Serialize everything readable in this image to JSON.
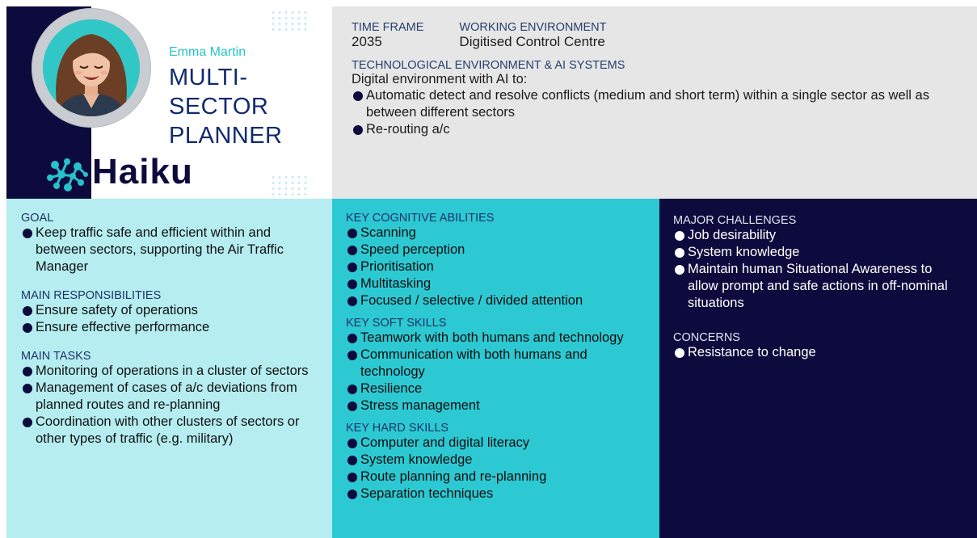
{
  "profile": {
    "name": "Emma Martin",
    "role_lines": [
      "MULTI-",
      "SECTOR",
      "PLANNER"
    ],
    "logo_text": "Haiku",
    "colors": {
      "navy": "#0d0b3d",
      "teal": "#27c2cc",
      "light_teal": "#b5edf0",
      "mid_teal": "#2cc9d3"
    },
    "avatar_icon": "person-avatar-icon",
    "logo_icon": "molecule-logo-icon"
  },
  "context": {
    "time_frame_label": "TIME FRAME",
    "time_frame_value": "2035",
    "working_env_label": "WORKING ENVIRONMENT",
    "working_env_value": "Digitised Control Centre",
    "tech_label": "TECHNOLOGICAL ENVIRONMENT & AI SYSTEMS",
    "tech_intro": "Digital environment with AI to:",
    "tech_items": [
      "Automatic detect and resolve conflicts (medium and short term) within a single sector as well as between different sectors",
      "Re-routing a/c"
    ]
  },
  "col1": {
    "goal_label": "GOAL",
    "goal_items": [
      "Keep traffic safe and efficient within and between sectors, supporting the Air Traffic Manager"
    ],
    "resp_label": "MAIN RESPONSIBILITIES",
    "resp_items": [
      "Ensure safety of operations",
      "Ensure effective performance"
    ],
    "tasks_label": "MAIN TASKS",
    "tasks_items": [
      "Monitoring of operations in a cluster of sectors",
      "Management of cases of a/c deviations from planned routes and re-planning",
      "Coordination with other clusters of sectors or other types of traffic (e.g. military)"
    ]
  },
  "col2": {
    "cognitive_label": "KEY COGNITIVE ABILITIES",
    "cognitive_items": [
      "Scanning",
      "Speed perception",
      "Prioritisation",
      "Multitasking",
      "Focused / selective / divided attention"
    ],
    "soft_label": "KEY SOFT SKILLS",
    "soft_items": [
      "Teamwork with both humans and technology",
      "Communication with both humans and technology",
      "Resilience",
      "Stress management"
    ],
    "hard_label": "KEY HARD SKILLS",
    "hard_items": [
      "Computer and digital literacy",
      "System knowledge",
      "Route planning and re-planning",
      "Separation techniques"
    ]
  },
  "col3": {
    "challenges_label": "MAJOR CHALLENGES",
    "challenges_items": [
      "Job desirability",
      "System knowledge",
      "Maintain human Situational Awareness to allow prompt and safe actions in off-nominal situations"
    ],
    "concerns_label": "CONCERNS",
    "concerns_items": [
      "Resistance to change"
    ]
  }
}
